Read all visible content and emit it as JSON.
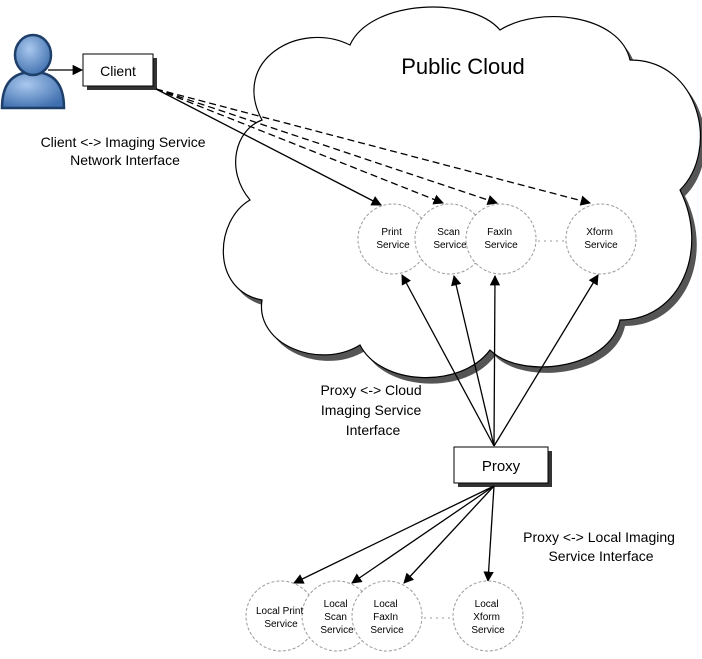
{
  "cloud": {
    "title": "Public Cloud"
  },
  "client": {
    "label": "Client"
  },
  "proxy": {
    "label": "Proxy"
  },
  "interfaces": {
    "client_imaging": [
      "Client <-> Imaging Service",
      "Network Interface"
    ],
    "proxy_cloud": [
      "Proxy <-> Cloud",
      "Imaging Service",
      "Interface"
    ],
    "proxy_local": [
      "Proxy <-> Local Imaging",
      "Service  Interface"
    ]
  },
  "cloud_services": [
    {
      "lines": [
        "Print",
        "Service"
      ]
    },
    {
      "lines": [
        "Scan",
        "Service"
      ]
    },
    {
      "lines": [
        "FaxIn",
        "Service"
      ]
    },
    {
      "lines": [
        "Xform",
        "Service"
      ]
    }
  ],
  "local_services": [
    {
      "lines": [
        "Local Print",
        "Service"
      ]
    },
    {
      "lines": [
        "Local",
        "Scan",
        "Service"
      ]
    },
    {
      "lines": [
        "Local",
        "FaxIn",
        "Service"
      ]
    },
    {
      "lines": [
        "Local",
        "Xform",
        "Service"
      ]
    }
  ],
  "colors": {
    "user_icon": "#5b8fcf",
    "user_icon_dark": "#1f3f6b",
    "shadow": "#555555",
    "circle_stroke": "#9a9a9a"
  },
  "icons": {
    "user": "user-icon"
  }
}
